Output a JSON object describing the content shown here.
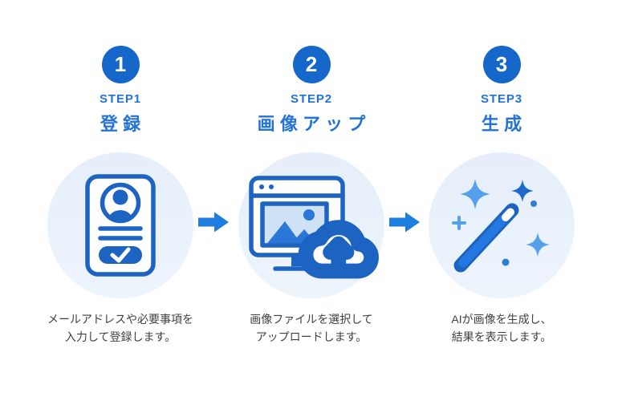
{
  "steps": [
    {
      "number": "1",
      "label": "STEP1",
      "title": "登録",
      "description_line1": "メールアドレスや必要事項を",
      "description_line2": "入力して登録します。",
      "icon": "registration-form-icon"
    },
    {
      "number": "2",
      "label": "STEP2",
      "title": "画像アップ",
      "description_line1": "画像ファイルを選択して",
      "description_line2": "アップロードします。",
      "icon": "image-upload-cloud-icon"
    },
    {
      "number": "3",
      "label": "STEP3",
      "title": "生成",
      "description_line1": "AIが画像を生成し、",
      "description_line2": "結果を表示します。",
      "icon": "magic-wand-sparkles-icon"
    }
  ],
  "connectors": [
    {
      "icon": "arrow-right-icon"
    },
    {
      "icon": "arrow-right-icon"
    }
  ],
  "colors": {
    "background": "#ffffff",
    "badge_blue": "#1567c9",
    "accent_blue": "#2373d7",
    "arrow_blue": "#1e7de0",
    "icon_stroke_blue": "#1d63c1",
    "icon_fill_blue": "#2a77d8",
    "light_fill": "#cfe2f5",
    "light_circle_bg": "#e9f1fb",
    "sparkle_light_blue": "#55a0ea",
    "sparkle_dark_blue": "#1e68cc",
    "text_dark": "#404040"
  }
}
